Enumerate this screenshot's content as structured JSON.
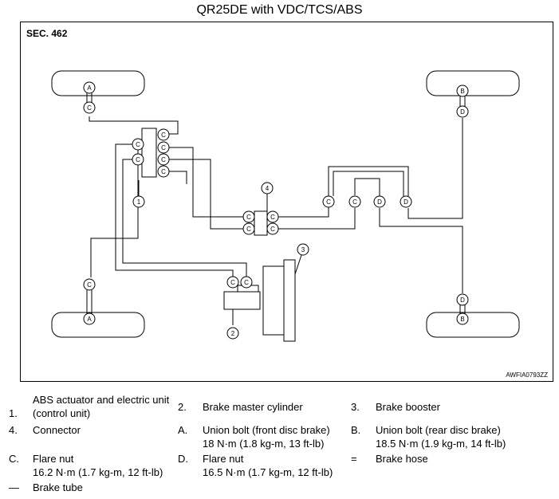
{
  "title": "QR25DE with VDC/TCS/ABS",
  "section": "SEC. 462",
  "figure_code": "AWFIA0793ZZ",
  "markers": {
    "A": "A",
    "B": "B",
    "C": "C",
    "D": "D",
    "n1": "1",
    "n2": "2",
    "n3": "3",
    "n4": "4"
  },
  "legend": {
    "k1": "1.",
    "t1": "ABS actuator and electric unit (control unit)",
    "k2": "2.",
    "t2": "Brake master cylinder",
    "k3": "3.",
    "t3": "Brake booster",
    "k4": "4.",
    "t4": "Connector",
    "kA": "A.",
    "tA1": "Union bolt (front disc brake)",
    "tA2": "18 N·m (1.8 kg-m, 13 ft-lb)",
    "kB": "B.",
    "tB1": "Union bolt (rear disc brake)",
    "tB2": "18.5 N·m (1.9 kg-m, 14 ft-lb)",
    "kC": "C.",
    "tC1": "Flare nut",
    "tC2": "16.2 N·m (1.7 kg-m, 12 ft-lb)",
    "kD": "D.",
    "tD1": "Flare nut",
    "tD2": "16.5 N·m (1.7 kg-m, 12 ft-lb)",
    "kEq": "=",
    "tEq": "Brake hose",
    "kDash": "—",
    "tDash": "Brake tube"
  }
}
